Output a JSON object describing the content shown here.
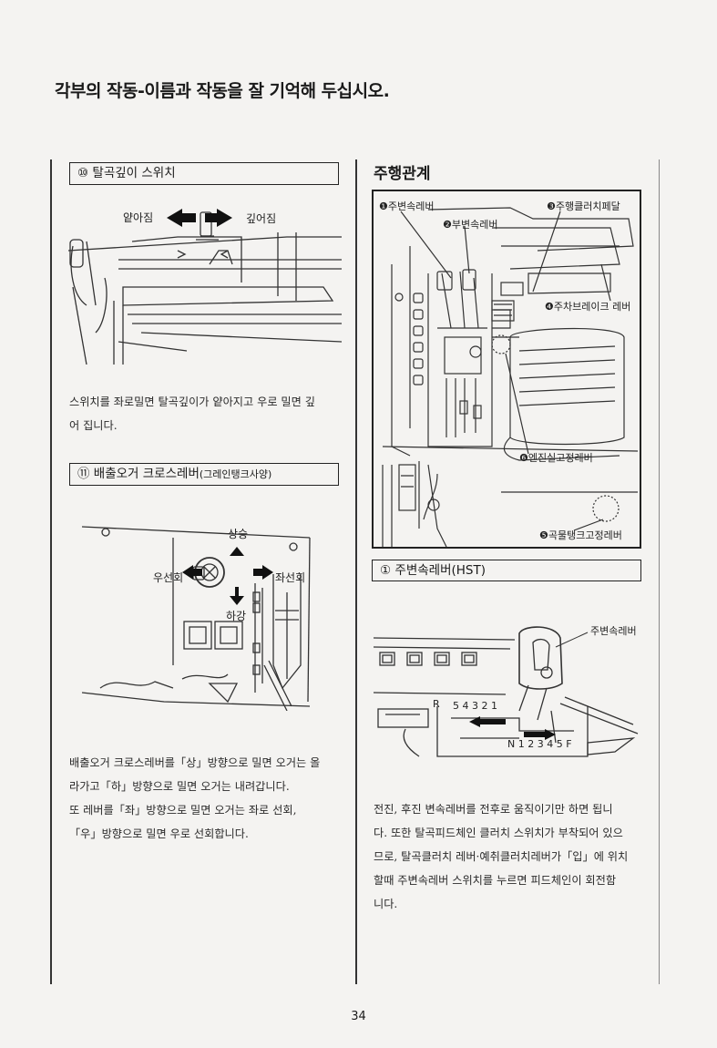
{
  "header": {
    "title": "각부의 작동-이름과 작동을 잘 기억해 두십시오."
  },
  "left": {
    "section10": {
      "heading": "⑩ 탈곡깊이 스위치",
      "label_shallow": "얕아짐",
      "label_deep": "깊어짐",
      "description": [
        "스위치를 좌로밀면 탈곡깊이가 얕아지고 우로 밀면 깊",
        "어 집니다."
      ]
    },
    "section11": {
      "heading": "⑪ 배출오거 크로스레버",
      "heading_note": "(그레인탱크사양)",
      "label_up": "상승",
      "label_down": "하강",
      "label_right": "우선회",
      "label_left": "좌선회",
      "description": [
        "배출오거 크로스레버를「상」방향으로 밀면 오거는 올",
        "라가고「하」방향으로 밀면 오거는 내려갑니다.",
        "또 레버를「좌」방향으로 밀면 오거는 좌로 선회,",
        "「우」방향으로 밀면 우로 선회합니다."
      ]
    }
  },
  "right": {
    "section_title": "주행관계",
    "callouts": {
      "c1": "❶주변속레버",
      "c2": "❷부변속레버",
      "c3": "❸주행클러치페달",
      "c4": "❹주차브레이크 레버",
      "c5": "❺곡물탱크고정레버",
      "c6": "❻엔진실고정레버"
    },
    "subsection1": {
      "heading": "① 주변속레버(HST)",
      "lever_label": "주변속레버",
      "gear_reverse": "R",
      "gear_reverse_numbers": "5 4 3 2 1",
      "gear_forward": "N 1 2 3 4 5 F",
      "description": [
        "전진, 후진 변속레버를 전후로 움직이기만 하면 됩니",
        "다. 또한 탈곡피드체인 클러치 스위치가 부착되어 있으",
        "므로, 탈곡클러치 레버·예취클러치레버가「입」에 위치",
        "할때 주변속레버 스위치를 누르면 피드체인이 회전함",
        "니다."
      ]
    }
  },
  "page_number": "34"
}
